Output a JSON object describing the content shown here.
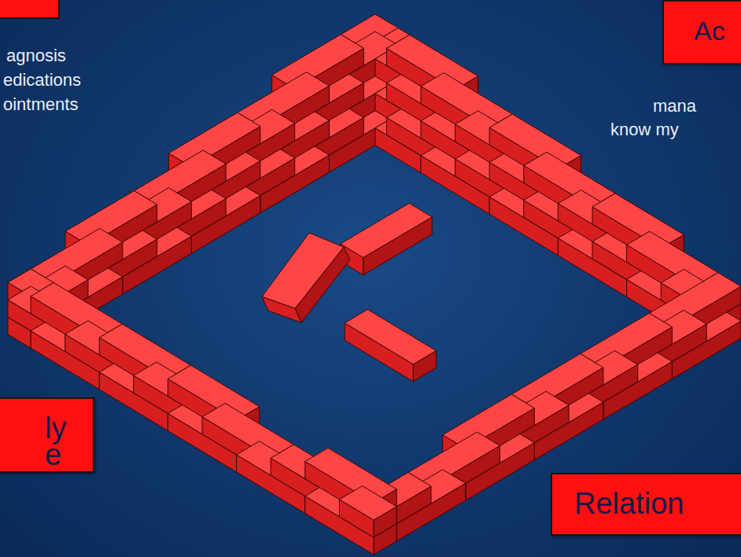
{
  "diagram": {
    "nodes": [
      {
        "text": [
          "Ac"
        ]
      },
      {
        "text": [
          "ly e"
        ]
      },
      {
        "text": [
          "Relation"
        ]
      }
    ],
    "labels": [
      "agnosis",
      "edications",
      "ointments",
      "mana",
      "know my"
    ]
  }
}
